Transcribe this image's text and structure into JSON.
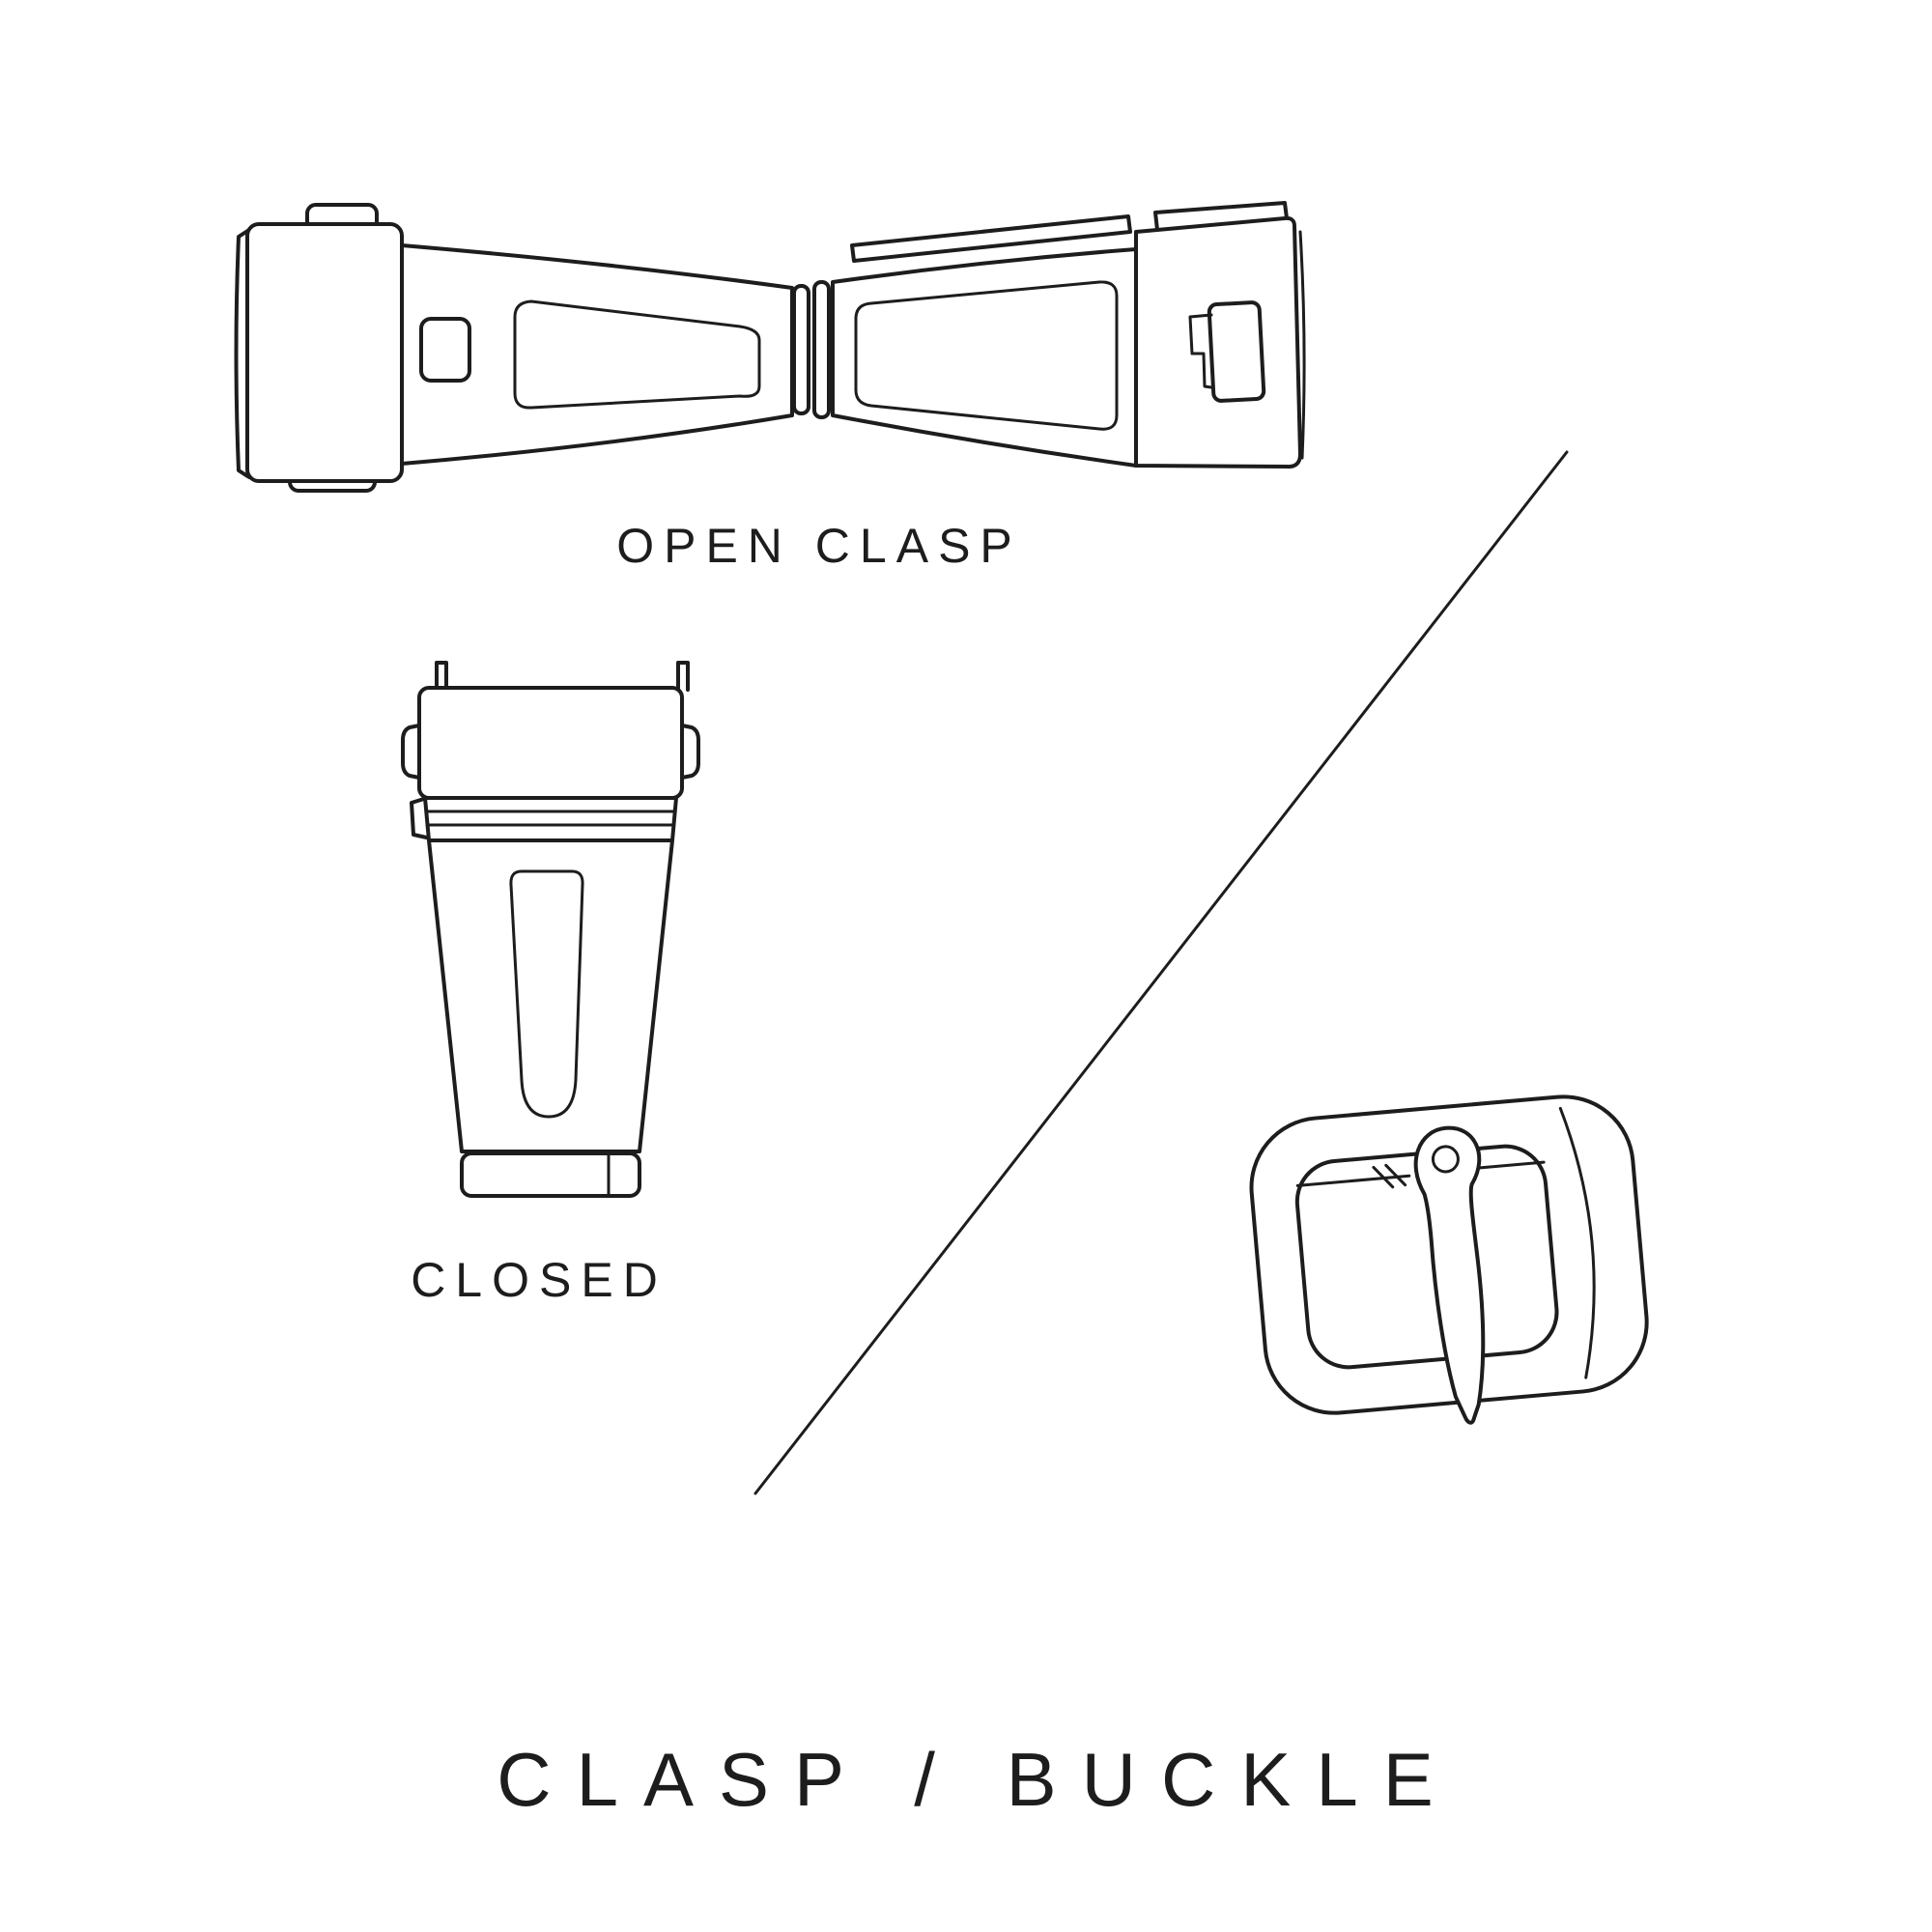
{
  "page": {
    "title": "CLASP / BUCKLE",
    "background_color": "#ffffff",
    "line_color": "#1d1d1d"
  },
  "labels": {
    "open_clasp": "OPEN CLASP",
    "closed": "CLOSED"
  },
  "figures": [
    {
      "icon": "open-clasp-illustration",
      "caption": "OPEN CLASP"
    },
    {
      "icon": "closed-clasp-illustration",
      "caption": "CLOSED"
    },
    {
      "icon": "buckle-illustration",
      "caption": ""
    },
    {
      "icon": "diagonal-divider-line",
      "caption": ""
    }
  ]
}
